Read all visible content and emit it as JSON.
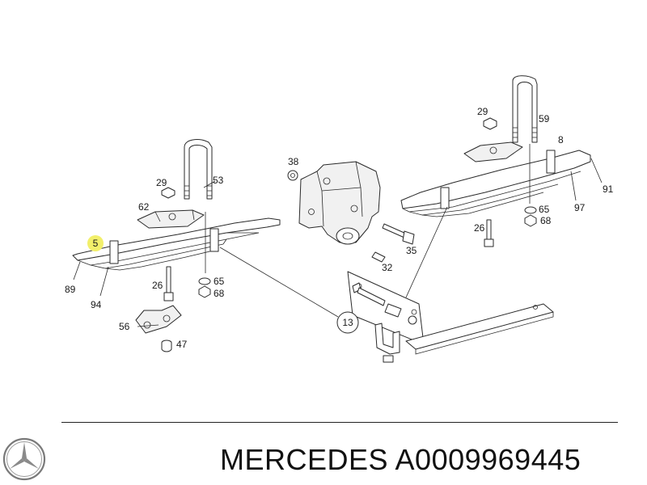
{
  "brand_icon": "mercedes-star-icon",
  "caption": "MERCEDES A0009969445",
  "callouts": {
    "highlight": "5",
    "p13": "13",
    "left": {
      "p29": "29",
      "p53": "53",
      "p62": "62",
      "p89": "89",
      "p94": "94",
      "p26": "26",
      "p65": "65",
      "p68": "68",
      "p56": "56",
      "p47": "47"
    },
    "center": {
      "p38": "38",
      "p35": "35",
      "p32": "32"
    },
    "right": {
      "p29": "29",
      "p59": "59",
      "p8": "8",
      "p91": "91",
      "p97": "97",
      "p26": "26",
      "p65": "65",
      "p68": "68"
    }
  },
  "colors": {
    "highlight": "#f2ef6a",
    "line": "#2a2a2a"
  }
}
